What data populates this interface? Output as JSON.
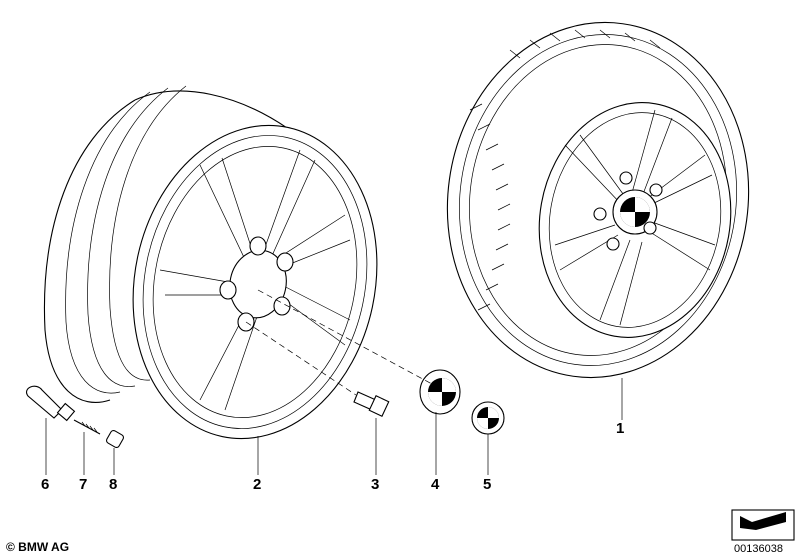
{
  "callouts": [
    {
      "id": "1",
      "label": "1"
    },
    {
      "id": "2",
      "label": "2"
    },
    {
      "id": "3",
      "label": "3"
    },
    {
      "id": "4",
      "label": "4"
    },
    {
      "id": "5",
      "label": "5"
    },
    {
      "id": "6",
      "label": "6"
    },
    {
      "id": "7",
      "label": "7"
    },
    {
      "id": "8",
      "label": "8"
    }
  ],
  "footer": {
    "copyright": "© BMW AG",
    "document_number": "00136038"
  },
  "colors": {
    "line": "#000000",
    "background": "#ffffff"
  }
}
